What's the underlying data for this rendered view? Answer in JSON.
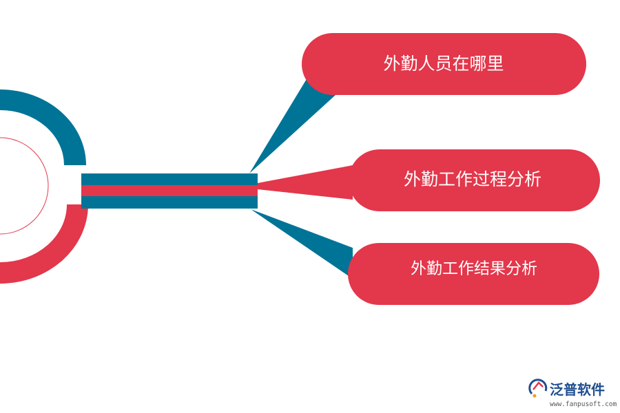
{
  "colors": {
    "red": "#e3374b",
    "teal": "#007496",
    "background": "#ffffff"
  },
  "nodes": [
    {
      "label": "外勤人员在哪里"
    },
    {
      "label": "外勤工作过程分析"
    },
    {
      "label": "外勤工作结果分析"
    }
  ],
  "logo": {
    "name": "泛普软件",
    "url": "www.fanpusoft.com",
    "icon": "fanpu-logo-icon"
  }
}
